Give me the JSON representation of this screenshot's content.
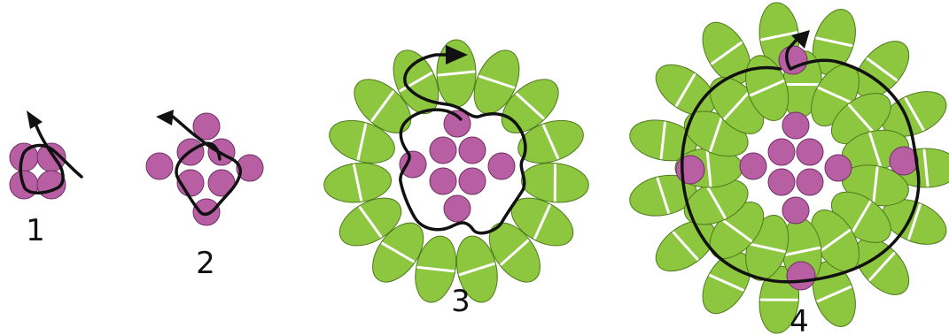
{
  "steps": [
    {
      "label": "1"
    },
    {
      "label": "2"
    },
    {
      "label": "3"
    },
    {
      "label": "4"
    }
  ],
  "colors": {
    "round_bead": "#b85fa3",
    "long_bead": "#8dc63f",
    "thread": "#111111"
  },
  "icons": {
    "round_bead": "purple-round-bead-icon",
    "long_bead": "green-two-hole-bead-icon",
    "thread_arrow": "thread-arrow-icon"
  }
}
